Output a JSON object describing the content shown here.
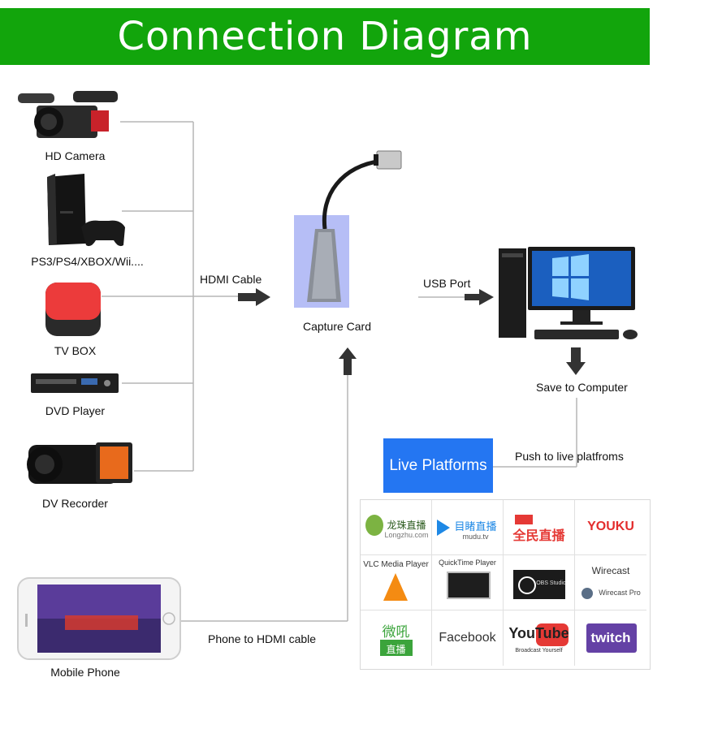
{
  "title": "Connection Diagram",
  "devices": [
    {
      "label": "HD Camera",
      "icon": "video-camera-icon"
    },
    {
      "label": "PS3/PS4/XBOX/Wii....",
      "icon": "game-console-icon"
    },
    {
      "label": "TV BOX",
      "icon": "tv-box-icon"
    },
    {
      "label": "DVD Player",
      "icon": "dvd-player-icon"
    },
    {
      "label": "DV Recorder",
      "icon": "camcorder-icon"
    }
  ],
  "edges": {
    "hdmi_cable": "HDMI Cable",
    "usb_port": "USB Port",
    "save_to_computer": "Save to Computer",
    "push_live": "Push to live platfroms",
    "phone_cable": "Phone to HDMI cable"
  },
  "capture_card": "Capture Card",
  "live_platforms": "Live Platforms",
  "mobile_phone": "Mobile Phone",
  "platforms": [
    {
      "name": "龙珠直播",
      "sub": "Longzhu.com",
      "icon": "longzhu-logo"
    },
    {
      "name": "目睹直播",
      "sub": "mudu.tv",
      "icon": "mudu-logo"
    },
    {
      "name": "全民直播",
      "sub": "",
      "icon": "quanmin-logo"
    },
    {
      "name": "YOUKU",
      "sub": "",
      "icon": "youku-logo"
    },
    {
      "name": "VLC Media Player",
      "sub": "",
      "icon": "vlc-logo"
    },
    {
      "name": "QuickTime Player",
      "sub": "",
      "icon": "quicktime-logo"
    },
    {
      "name": "OBS Studio",
      "sub": "",
      "icon": "obs-logo"
    },
    {
      "name": "Wirecast",
      "sub": "Wirecast Pro",
      "icon": "wirecast-logo"
    },
    {
      "name": "微吼",
      "sub": "直播",
      "icon": "vhall-logo"
    },
    {
      "name": "Facebook",
      "sub": "",
      "icon": "facebook-logo"
    },
    {
      "name": "YouTube",
      "sub": "Broadcast Yourself",
      "icon": "youtube-logo"
    },
    {
      "name": "twitch",
      "sub": "",
      "icon": "twitch-logo"
    }
  ],
  "colors": {
    "banner": "#12a50c",
    "live_box": "#2476f2",
    "arrow": "#333333",
    "wire": "#b5b5b5"
  }
}
